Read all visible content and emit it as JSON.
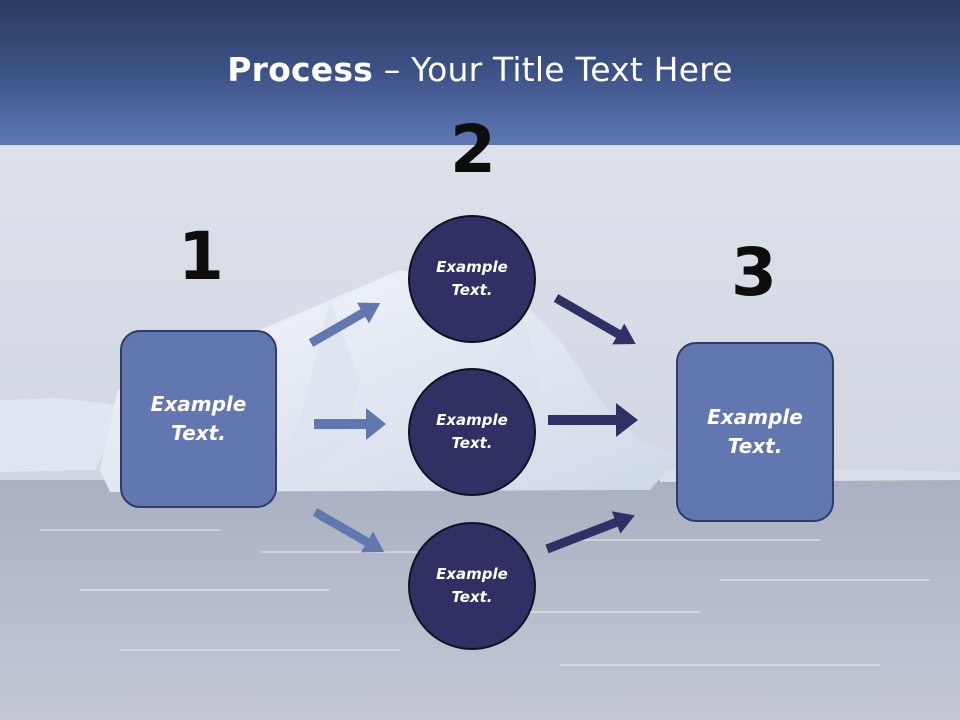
{
  "slide": {
    "title_bold": "Process",
    "title_rest": " – Your Title Text Here"
  },
  "steps": {
    "one": "1",
    "two": "2",
    "three": "3"
  },
  "boxes": {
    "left": "Example Text.",
    "right": "Example Text."
  },
  "circles": {
    "top": "Example Text.",
    "middle": "Example Text.",
    "bottom": "Example Text."
  },
  "colors": {
    "header_dark": "#2b3a5e",
    "header_light": "#5f78b4",
    "box_fill": "#6277b0",
    "circle_fill": "#303064",
    "arrow_light": "#6277b0",
    "arrow_dark": "#303064"
  }
}
